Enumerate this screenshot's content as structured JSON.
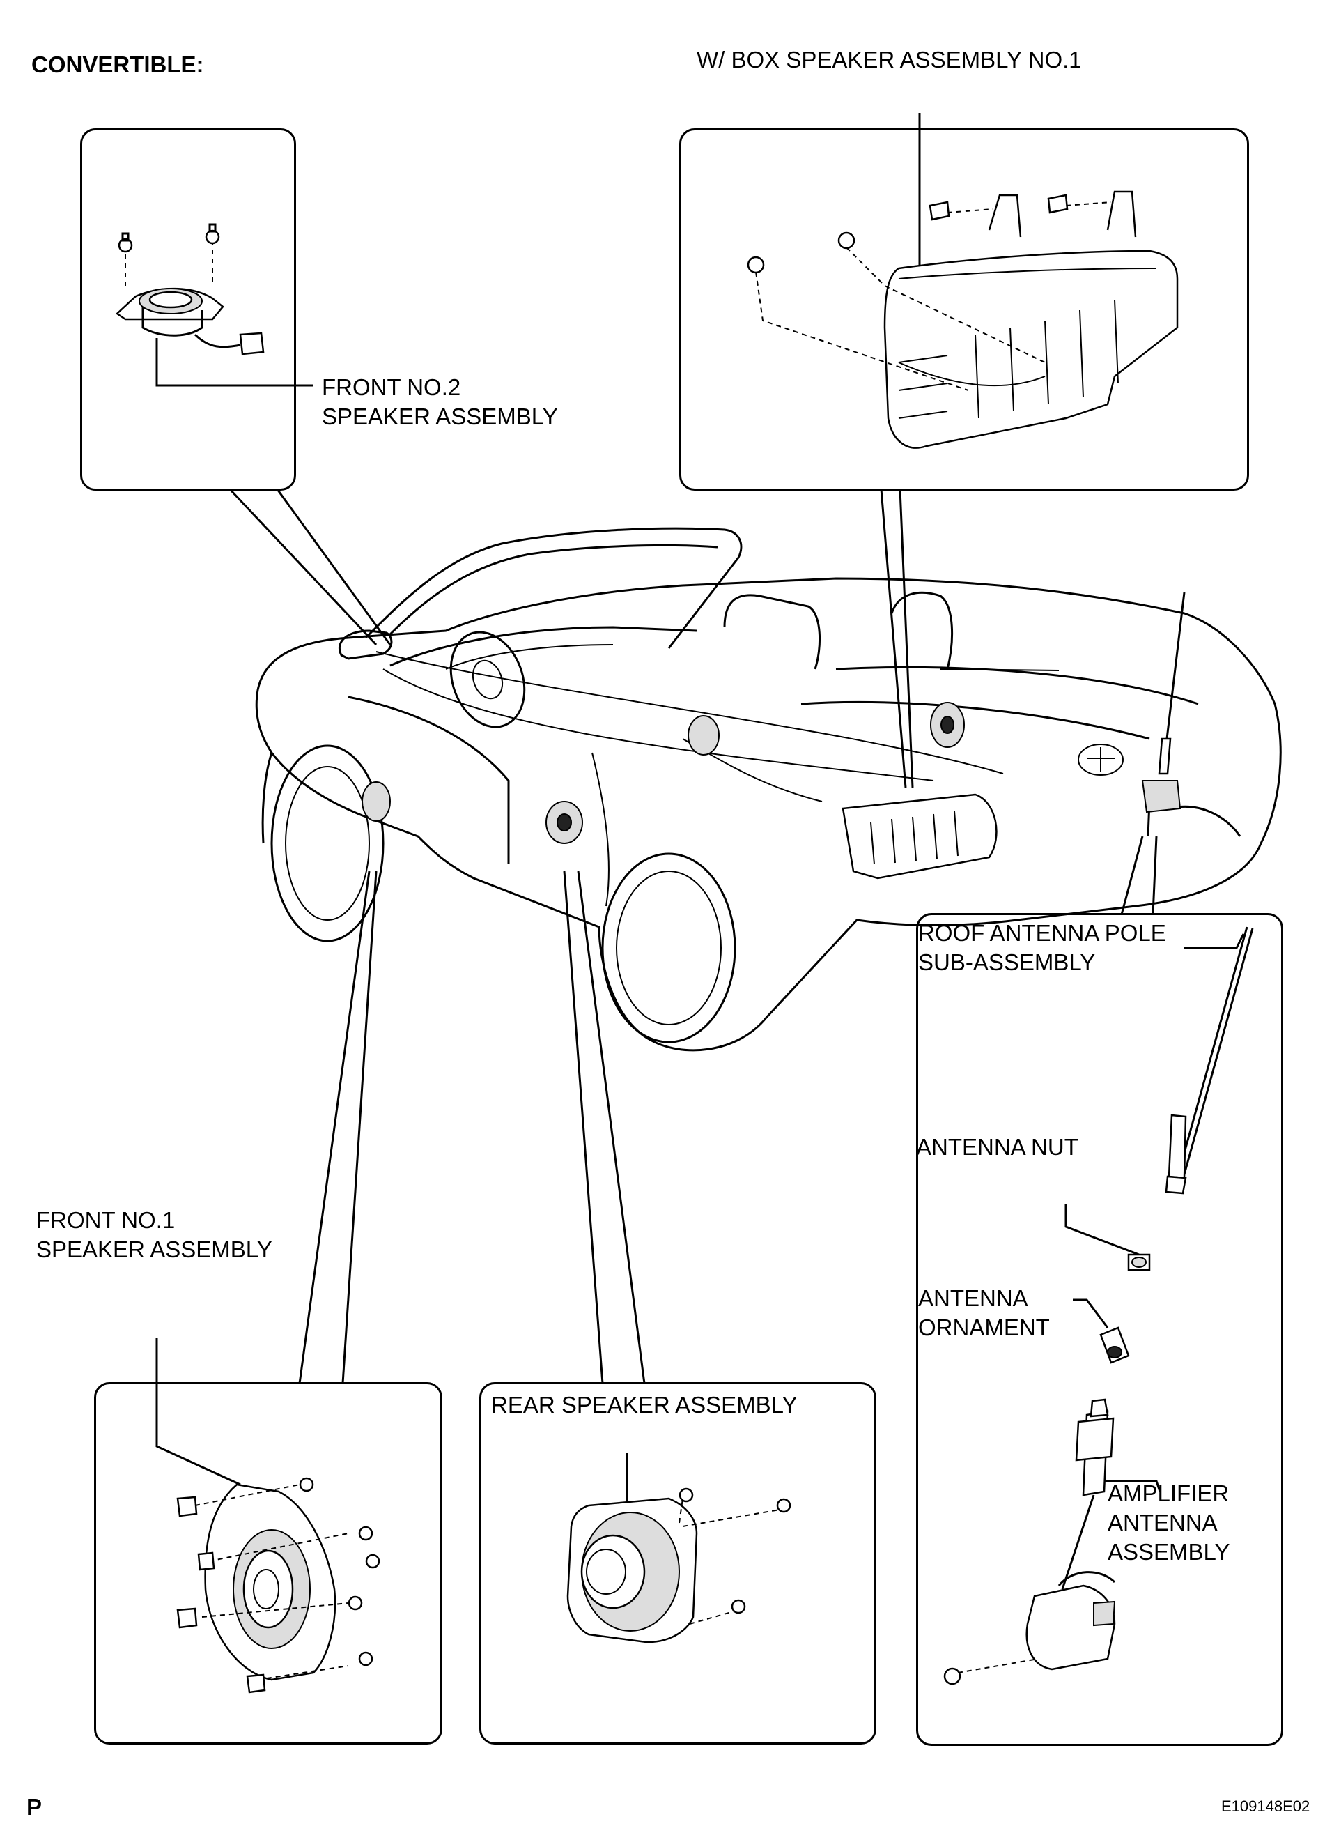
{
  "header": {
    "title": "CONVERTIBLE:",
    "box_speaker_label": "W/ BOX SPEAKER ASSEMBLY NO.1"
  },
  "labels": {
    "front_no2": "FRONT NO.2\nSPEAKER ASSEMBLY",
    "front_no1": "FRONT NO.1\nSPEAKER ASSEMBLY",
    "rear_speaker": "REAR SPEAKER ASSEMBLY",
    "roof_antenna_pole": "ROOF ANTENNA POLE\nSUB-ASSEMBLY",
    "antenna_nut": "ANTENNA NUT",
    "antenna_ornament": "ANTENNA\nORNAMENT",
    "amplifier_antenna": "AMPLIFIER\nANTENNA\nASSEMBLY"
  },
  "footer": {
    "page_marker": "P",
    "figure_code": "E109148E02"
  }
}
